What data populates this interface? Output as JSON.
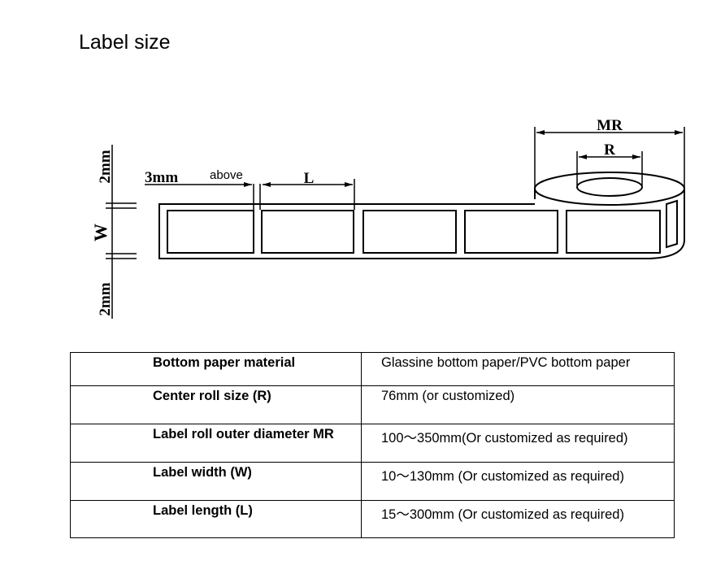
{
  "title": "Label size",
  "diagram": {
    "mr": "MR",
    "r": "R",
    "l": "L",
    "gap": "3mm",
    "gap_note": "above",
    "margin_top": "2mm",
    "width": "W",
    "margin_bottom": "2mm"
  },
  "table": {
    "rows": [
      {
        "label": "Bottom paper material",
        "value": "Glassine bottom paper/PVC bottom paper"
      },
      {
        "label": "Center roll size (R)",
        "value": "76mm (or customized)"
      },
      {
        "label": "Label roll outer diameter MR",
        "value": "100～350mm(Or customized as required)"
      },
      {
        "label": "Label width (W)",
        "value": "10～130mm (Or customized as required)"
      },
      {
        "label": "Label length (L)",
        "value": "15～300mm (Or customized as required)"
      }
    ]
  }
}
